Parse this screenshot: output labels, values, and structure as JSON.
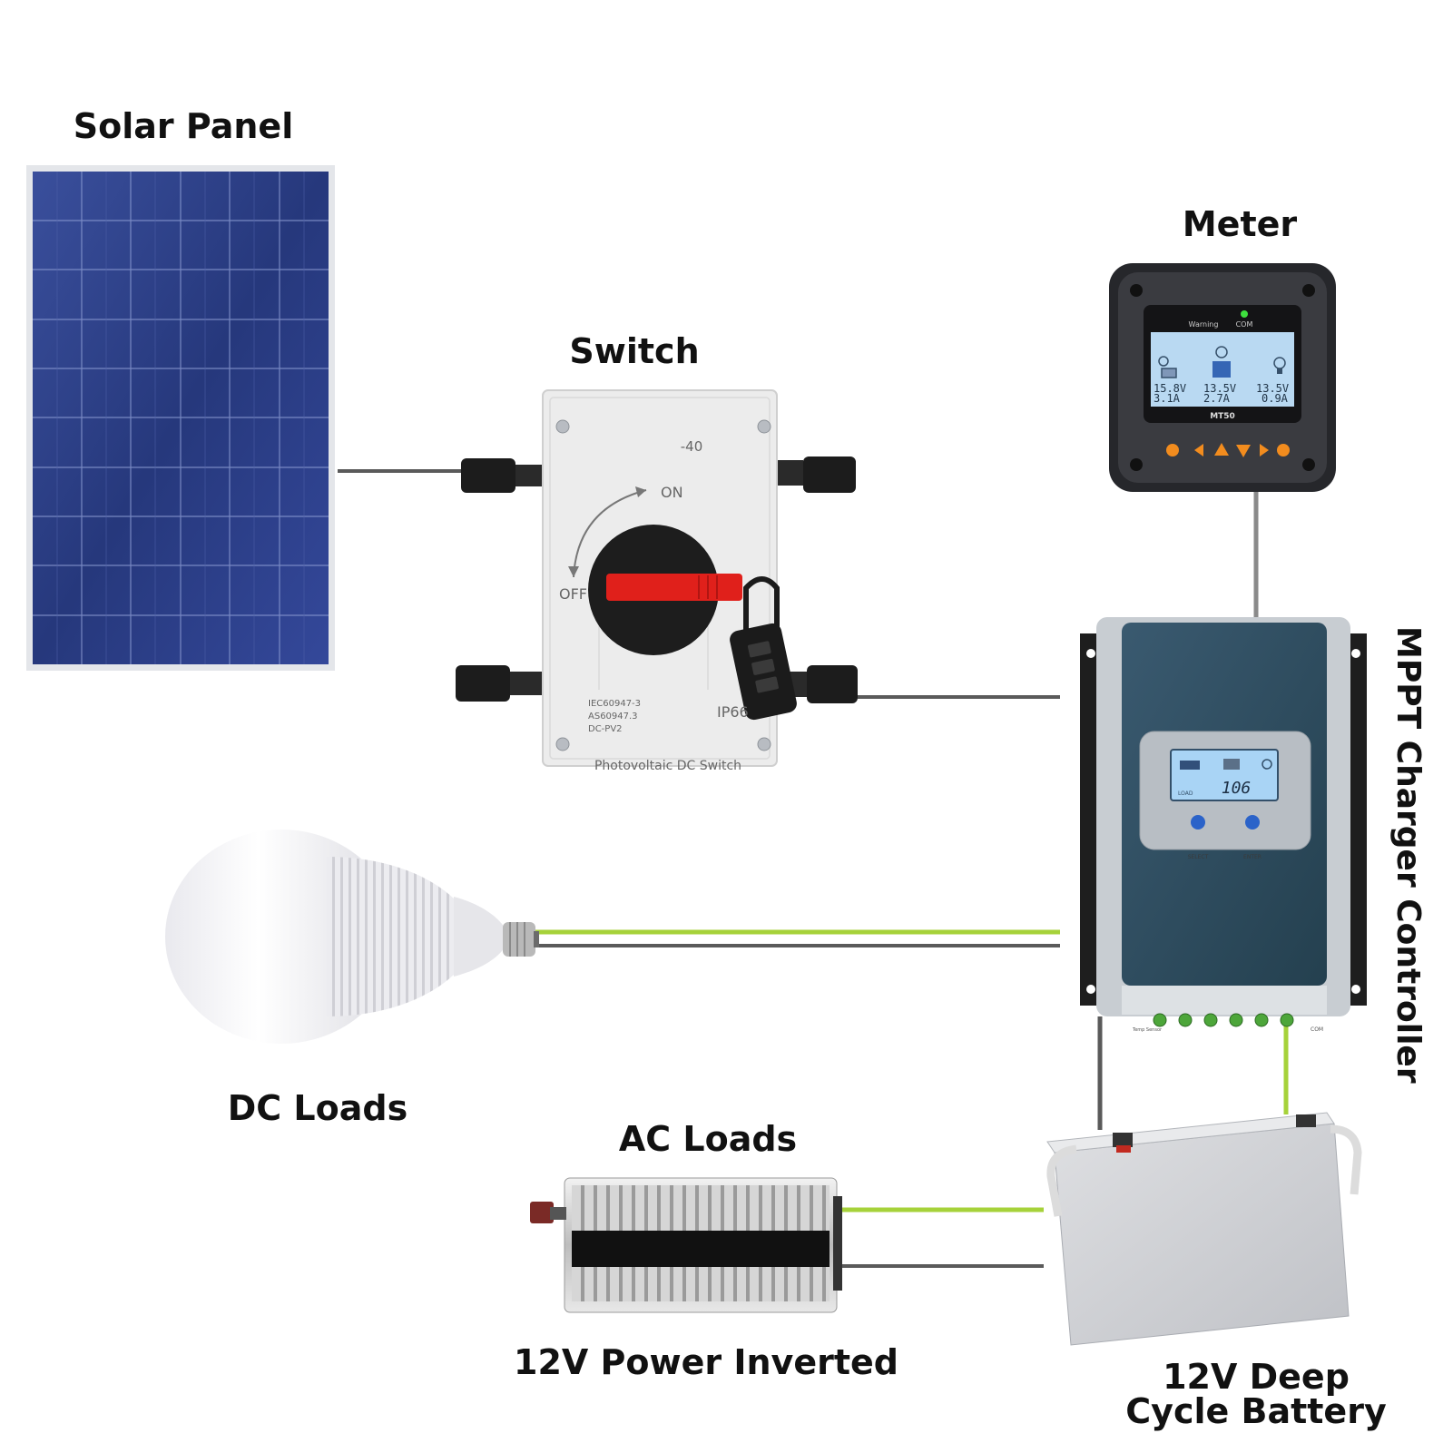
{
  "labels": {
    "solar_panel": "Solar Panel",
    "switch": "Switch",
    "meter": "Meter",
    "mppt": "MPPT Charger Controller",
    "dc_loads": "DC Loads",
    "ac_loads": "AC Loads",
    "inverter": "12V Power Inverted",
    "battery_line1": "12V Deep",
    "battery_line2": "Cycle Battery"
  },
  "switch_device": {
    "rating": "-40",
    "on": "ON",
    "off": "OFF",
    "ip": "IP66",
    "std1": "IEC60947-3",
    "std2": "AS60947.3",
    "std3": "DC-PV2",
    "name": "Photovoltaic DC Switch"
  },
  "meter_device": {
    "warning": "Warning",
    "com": "COM",
    "model": "MT50",
    "pv_v": "15.8V",
    "pv_a": "3.1A",
    "bat_v": "13.5V",
    "bat_a": "2.7A",
    "load_v": "13.5V",
    "load_a": "0.9A"
  },
  "controller_device": {
    "display": "106",
    "load": "LOAD",
    "select": "SELECT",
    "enter": "ENTER",
    "temp": "Temp Sensor",
    "com": "COM"
  },
  "colors": {
    "wire_gray": "#5a5a5a",
    "wire_green": "#a6d23a",
    "panel_blue": "#2b3f86",
    "controller_teal": "#2e4a5e",
    "switch_handle_red": "#e0201b"
  }
}
